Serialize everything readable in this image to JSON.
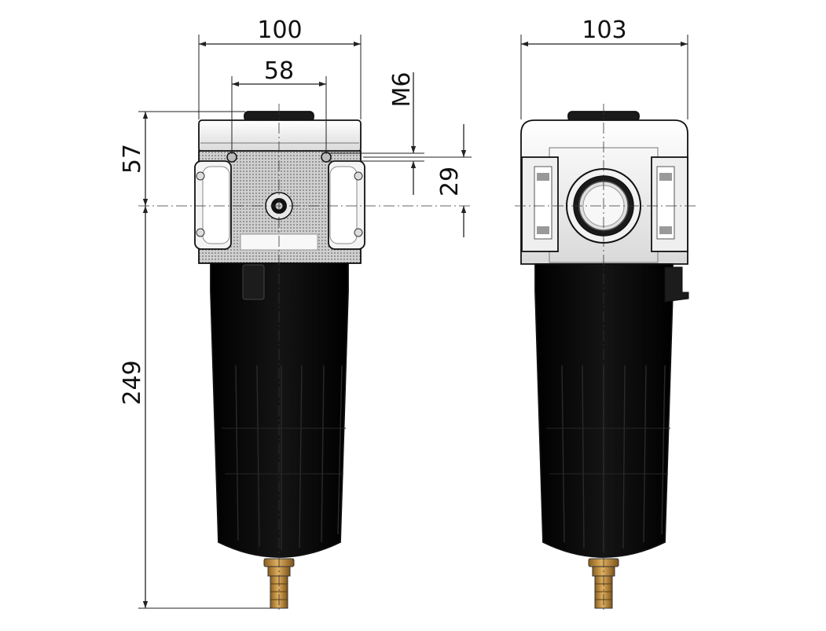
{
  "dimensions": {
    "front_width": "100",
    "hole_spacing": "58",
    "thread": "M6",
    "body_upper_height": "57",
    "hole_offset": "29",
    "bowl_height": "249",
    "side_width": "103"
  },
  "colors": {
    "bowl": "#0b0b0b",
    "body_light": "#e6e6e6",
    "body_mesh": "#b8b8b8",
    "drain_brass": "#b8863a",
    "line": "#222222"
  }
}
